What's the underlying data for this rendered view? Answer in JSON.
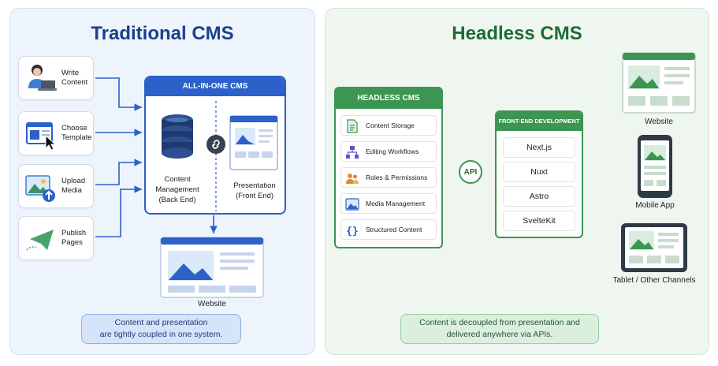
{
  "traditional": {
    "title": "Traditional CMS",
    "inputs": [
      {
        "label": "Write\nContent",
        "icon": "person-laptop-icon"
      },
      {
        "label": "Choose\nTemplate",
        "icon": "template-cursor-icon"
      },
      {
        "label": "Upload\nMedia",
        "icon": "image-upload-icon"
      },
      {
        "label": "Publish\nPages",
        "icon": "paper-plane-icon"
      }
    ],
    "cms_box": {
      "header": "ALL-IN-ONE CMS",
      "backend_label": "Content\nManagement\n(Back End)",
      "frontend_label": "Presentation\n(Front End)"
    },
    "output_label": "Website",
    "note": "Content and presentation\nare tightly coupled in one system."
  },
  "headless": {
    "title": "Headless CMS",
    "cms_box": {
      "header": "HEADLESS CMS",
      "items": [
        {
          "label": "Content Storage",
          "icon": "document-icon"
        },
        {
          "label": "Editing Workflows",
          "icon": "workflow-icon"
        },
        {
          "label": "Roles & Permissions",
          "icon": "users-icon"
        },
        {
          "label": "Media Management",
          "icon": "image-icon"
        },
        {
          "label": "Structured Content",
          "icon": "braces-icon"
        }
      ]
    },
    "api_label": "API",
    "frontend": {
      "header": "FRONT-END DEVELOPMENT",
      "frameworks": [
        "Next.js",
        "Nuxt",
        "Astro",
        "SvelteKit"
      ]
    },
    "channels": [
      {
        "label": "Website",
        "icon": "browser-window-icon"
      },
      {
        "label": "Mobile App",
        "icon": "phone-icon"
      },
      {
        "label": "Tablet / Other Channels",
        "icon": "tablet-icon"
      }
    ],
    "note": "Content is decoupled from presentation and\ndelivered anywhere via APIs."
  },
  "colors": {
    "traditional_accent": "#2b61c9",
    "headless_accent": "#3c9551",
    "traditional_bg": "#eef4fc",
    "headless_bg": "#eef6ef"
  }
}
